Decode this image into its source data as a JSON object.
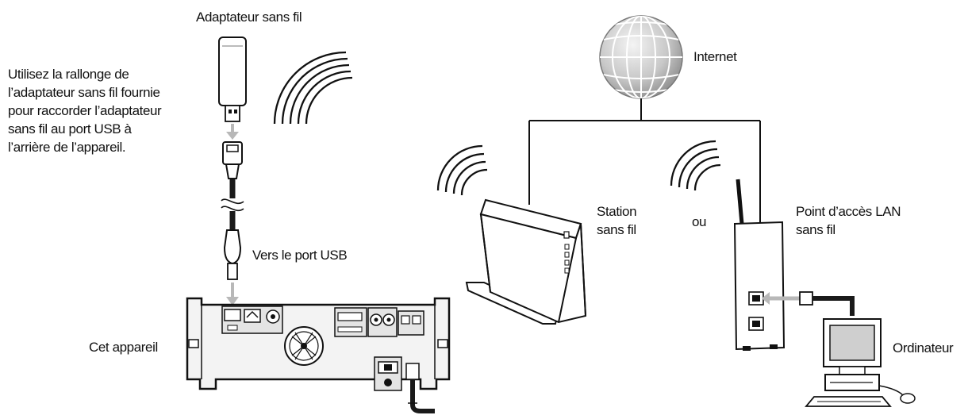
{
  "labels": {
    "adapter": "Adaptateur sans fil",
    "instruction": "Utilisez la rallonge de\nl’adaptateur sans fil fournie\npour raccorder l’adaptateur\nsans fil au port USB à\nl’arrière de l’appareil.",
    "usb_port": "Vers le port USB",
    "device": "Cet appareil",
    "internet": "Internet",
    "station": "Station\nsans fil",
    "or": "ou",
    "access_point": "Point d’accès LAN\nsans fil",
    "computer": "Ordinateur"
  },
  "colors": {
    "ink": "#111111",
    "cable": "#1a1a1a",
    "device_fill": "#f3f3f3",
    "panel_fill": "#e4e4e4",
    "globe_light": "#f4f4f4",
    "globe_dark": "#8c8c8c",
    "arrow_gray": "#b8b8b8",
    "screen_gray": "#cfcfcf"
  }
}
